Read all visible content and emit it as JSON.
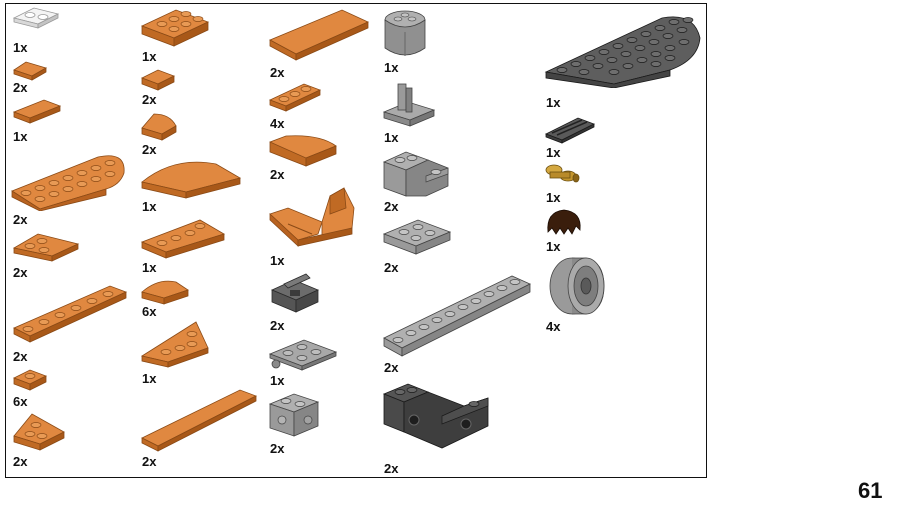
{
  "page_number": "61",
  "colors": {
    "orange": "#d2752a",
    "orange_dark": "#a8561a",
    "orange_light": "#e8914a",
    "white": "#f2f2f2",
    "light_gray": "#9a9a9a",
    "dark_gray": "#5a5a5a",
    "gold": "#c9a038",
    "brown": "#3a1e0c"
  },
  "parts": [
    {
      "id": "p1",
      "qty": "1x",
      "icon": "white-plate-1x2-icon",
      "color": "white"
    },
    {
      "id": "p2",
      "qty": "2x",
      "icon": "orange-slope-1x1-icon",
      "color": "orange"
    },
    {
      "id": "p3",
      "qty": "1x",
      "icon": "orange-plate-1x2-icon",
      "color": "orange"
    },
    {
      "id": "p4",
      "qty": "2x",
      "icon": "orange-plate-half-round-icon",
      "color": "orange"
    },
    {
      "id": "p5",
      "qty": "2x",
      "icon": "orange-wedge-plate-icon",
      "color": "orange"
    },
    {
      "id": "p6",
      "qty": "2x",
      "icon": "orange-plate-1x6-icon",
      "color": "orange"
    },
    {
      "id": "p7",
      "qty": "6x",
      "icon": "orange-plate-1x1-icon",
      "color": "orange"
    },
    {
      "id": "p8",
      "qty": "2x",
      "icon": "orange-wedge-plate-2x2-icon",
      "color": "orange"
    },
    {
      "id": "p9",
      "qty": "1x",
      "icon": "orange-plate-2x3-icon",
      "color": "orange"
    },
    {
      "id": "p10",
      "qty": "2x",
      "icon": "orange-tile-1x1-icon",
      "color": "orange"
    },
    {
      "id": "p11",
      "qty": "2x",
      "icon": "orange-slope-curved-1x1-icon",
      "color": "orange"
    },
    {
      "id": "p12",
      "qty": "1x",
      "icon": "orange-slope-curved-long-icon",
      "color": "orange"
    },
    {
      "id": "p13",
      "qty": "1x",
      "icon": "orange-wedge-plate-left-icon",
      "color": "orange"
    },
    {
      "id": "p14",
      "qty": "6x",
      "icon": "orange-slope-curved-2x1-icon",
      "color": "orange"
    },
    {
      "id": "p15",
      "qty": "1x",
      "icon": "orange-wedge-plate-3x3-icon",
      "color": "orange"
    },
    {
      "id": "p16",
      "qty": "2x",
      "icon": "orange-tile-1x8-icon",
      "color": "orange"
    },
    {
      "id": "p17",
      "qty": "2x",
      "icon": "orange-tile-2x4-icon",
      "color": "orange"
    },
    {
      "id": "p18",
      "qty": "4x",
      "icon": "orange-plate-1x3-icon",
      "color": "orange"
    },
    {
      "id": "p19",
      "qty": "2x",
      "icon": "orange-slope-curved-2x2-icon",
      "color": "orange"
    },
    {
      "id": "p20",
      "qty": "1x",
      "icon": "orange-windscreen-icon",
      "color": "orange"
    },
    {
      "id": "p21",
      "qty": "2x",
      "icon": "dark-gray-hinge-icon",
      "color": "dark_gray"
    },
    {
      "id": "p22",
      "qty": "1x",
      "icon": "gray-hinge-plate-icon",
      "color": "light_gray"
    },
    {
      "id": "p23",
      "qty": "2x",
      "icon": "gray-brick-side-studs-icon",
      "color": "light_gray"
    },
    {
      "id": "p24",
      "qty": "1x",
      "icon": "gray-round-brick-icon",
      "color": "light_gray"
    },
    {
      "id": "p25",
      "qty": "1x",
      "icon": "gray-lever-base-icon",
      "color": "light_gray"
    },
    {
      "id": "p26",
      "qty": "2x",
      "icon": "gray-corner-brick-icon",
      "color": "light_gray"
    },
    {
      "id": "p27",
      "qty": "2x",
      "icon": "gray-plate-2x2-icon",
      "color": "light_gray"
    },
    {
      "id": "p28",
      "qty": "2x",
      "icon": "gray-plate-1x10-icon",
      "color": "light_gray"
    },
    {
      "id": "p29",
      "qty": "2x",
      "icon": "dark-gray-technic-brick-icon",
      "color": "dark_gray"
    },
    {
      "id": "p30",
      "qty": "1x",
      "icon": "dark-gray-half-circle-plate-icon",
      "color": "dark_gray"
    },
    {
      "id": "p31",
      "qty": "1x",
      "icon": "dark-gray-grille-tile-icon",
      "color": "dark_gray"
    },
    {
      "id": "p32",
      "qty": "1x",
      "icon": "gold-binoculars-icon",
      "color": "gold"
    },
    {
      "id": "p33",
      "qty": "1x",
      "icon": "brown-hair-icon",
      "color": "brown"
    },
    {
      "id": "p34",
      "qty": "4x",
      "icon": "gray-wheel-rim-icon",
      "color": "light_gray"
    }
  ]
}
